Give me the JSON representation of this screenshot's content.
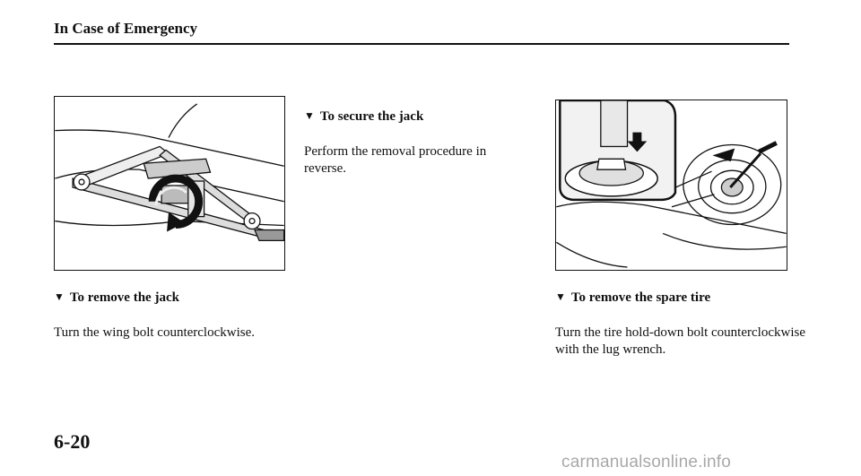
{
  "header": {
    "title": "In Case of Emergency"
  },
  "sections": {
    "secure_jack": {
      "heading": "To secure the jack",
      "text": "Perform the removal procedure in reverse."
    },
    "remove_jack": {
      "heading": "To remove the jack",
      "text": "Turn the wing bolt counterclockwise."
    },
    "remove_spare": {
      "heading": "To remove the spare tire",
      "text": "Turn the tire hold-down bolt counterclockwise with the lug wrench."
    }
  },
  "markers": {
    "heading_marker": "▼"
  },
  "footer": {
    "page_number": "6-20"
  },
  "watermark": {
    "text": "carmanualsonline.info"
  }
}
